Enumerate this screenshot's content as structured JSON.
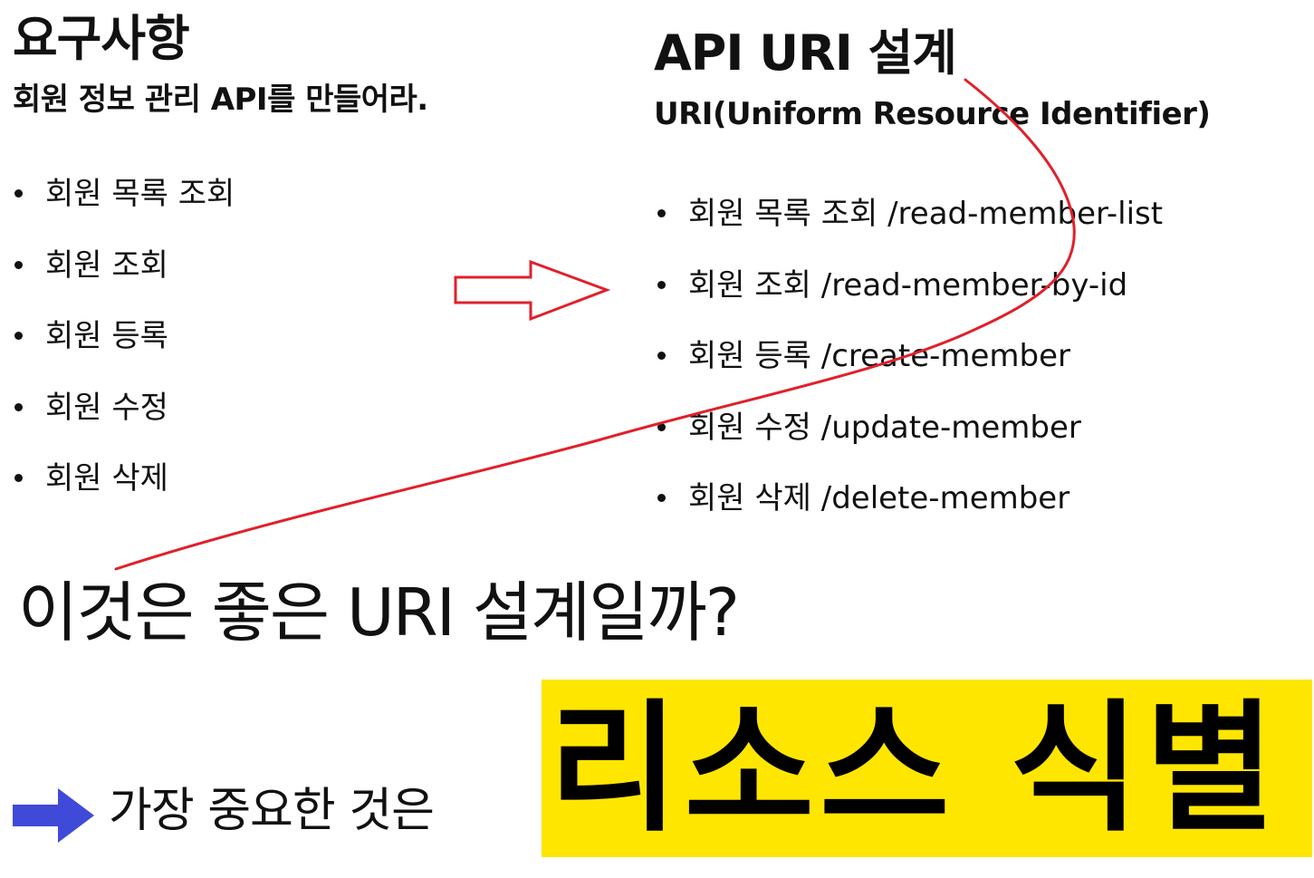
{
  "requirements": {
    "title": "요구사항",
    "subtitle": "회원 정보 관리 API를 만들어라.",
    "items": [
      "회원 목록 조회",
      "회원 조회",
      "회원 등록",
      "회원 수정",
      "회원 삭제"
    ]
  },
  "api_design": {
    "title": "API URI 설계",
    "subtitle": "URI(Uniform Resource Identifier)",
    "items": [
      "회원 목록 조회 /read-member-list",
      "회원 조회 /read-member-by-id",
      "회원 등록 /create-member",
      "회원 수정 /update-member",
      "회원 삭제 /delete-member"
    ]
  },
  "question": "이것은 좋은 URI 설계일까?",
  "conclusion": {
    "lead": "가장 중요한 것은",
    "highlight": "리소스 식별",
    "highlight_color": "#ffe600"
  },
  "annotation_colors": {
    "red": "#e0202a",
    "blue": "#3f4ad8"
  },
  "icons": {
    "hollow_arrow": "right-arrow-icon",
    "solid_arrow": "right-arrow-icon"
  }
}
